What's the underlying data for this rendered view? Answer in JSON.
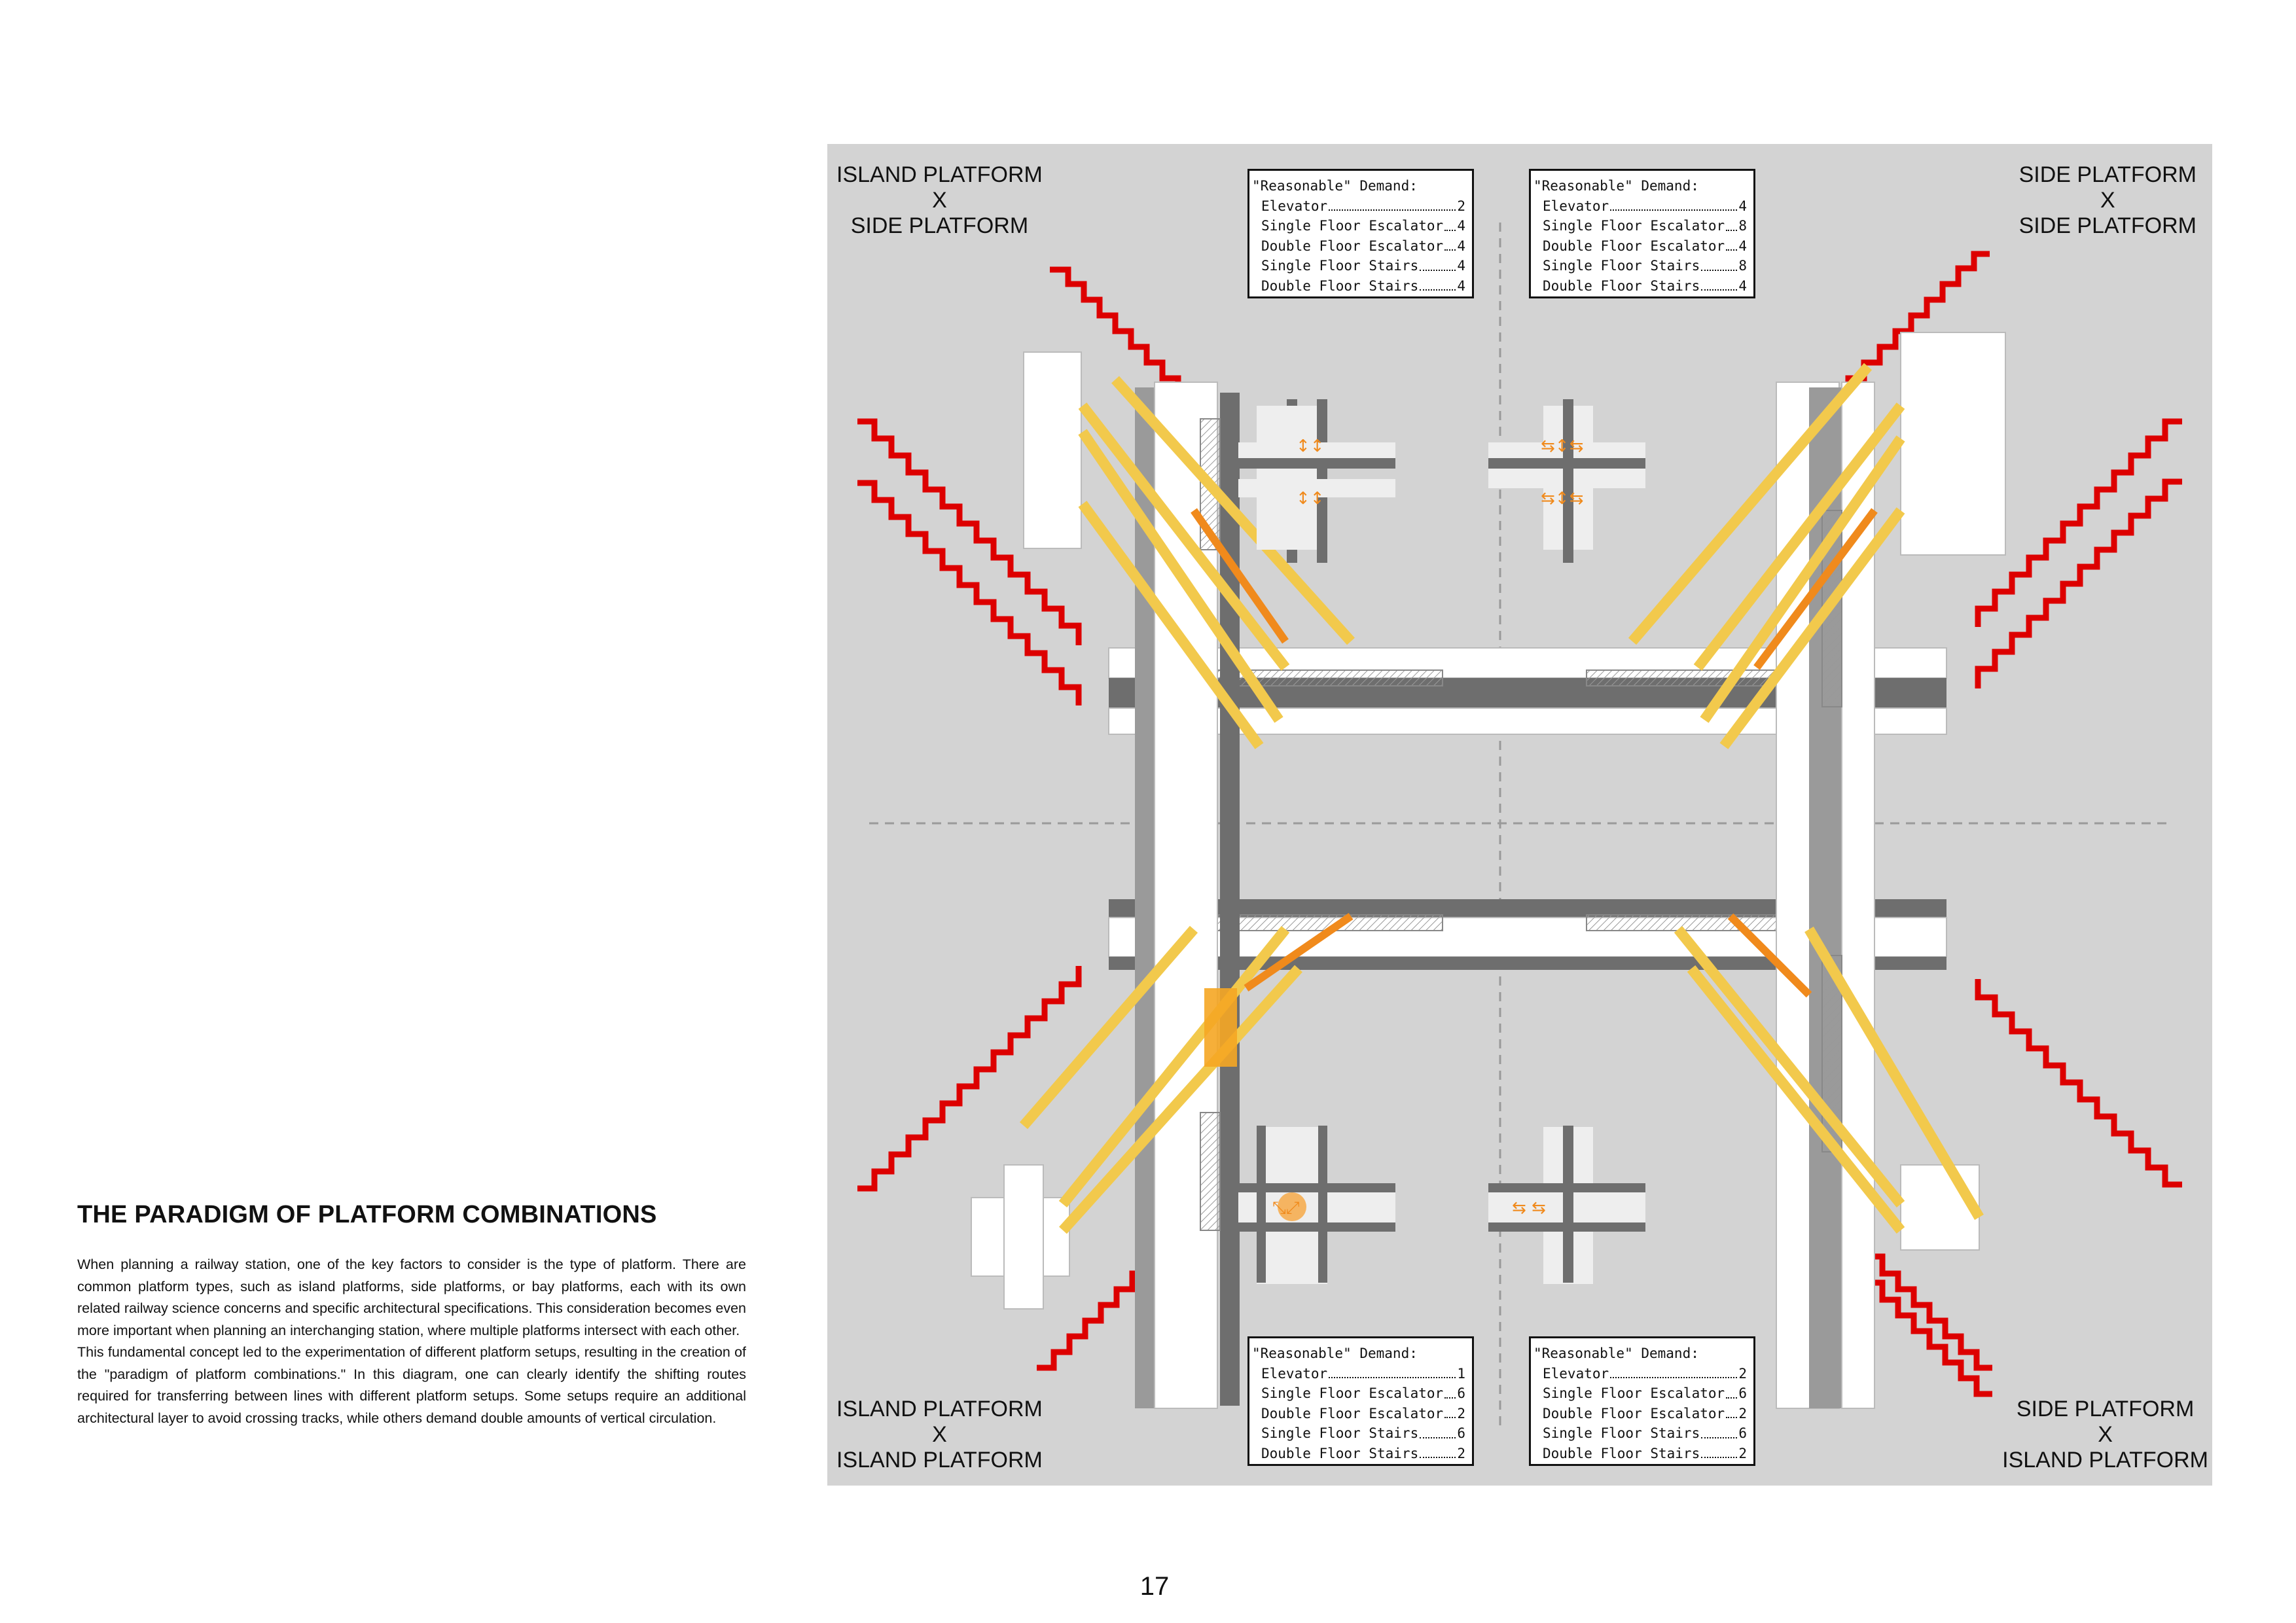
{
  "heading": "THE PARADIGM OF PLATFORM COMBINATIONS",
  "paragraphs": [
    "When planning a railway station, one of the key factors to consider is the type of platform. There are common platform types, such as island platforms, side platforms, or bay platforms, each with its own related railway science concerns and specific architectural specifications. This consideration becomes even more important when planning an interchanging station, where multiple platforms intersect with each other.",
    "This fundamental concept led to the experimentation of different platform setups, resulting in the creation of the \"paradigm of platform combinations.\" In this diagram, one can clearly identify the shifting routes required for transferring between lines with different platform setups. Some setups require an additional architectural layer to avoid crossing tracks, while others demand double amounts of vertical circulation."
  ],
  "page_number": "17",
  "corners": {
    "top_left": {
      "line1": "ISLAND PLATFORM",
      "line2": "X",
      "line3": "SIDE PLATFORM"
    },
    "top_right": {
      "line1": "SIDE PLATFORM",
      "line2": "X",
      "line3": "SIDE PLATFORM"
    },
    "bottom_left": {
      "line1": "ISLAND PLATFORM",
      "line2": "X",
      "line3": "ISLAND PLATFORM"
    },
    "bottom_right": {
      "line1": "SIDE PLATFORM",
      "line2": "X",
      "line3": "ISLAND PLATFORM"
    }
  },
  "demand_tables": {
    "top_left": {
      "heading": "\"Reasonable\" Demand:",
      "rows": [
        {
          "label": "Elevator",
          "value": "2"
        },
        {
          "label": "Single Floor Escalator",
          "value": "4"
        },
        {
          "label": "Double Floor Escalator",
          "value": "4"
        },
        {
          "label": "Single Floor Stairs",
          "value": "4"
        },
        {
          "label": "Double Floor Stairs",
          "value": "4"
        }
      ]
    },
    "top_right": {
      "heading": "\"Reasonable\" Demand:",
      "rows": [
        {
          "label": "Elevator",
          "value": "4"
        },
        {
          "label": "Single Floor Escalator",
          "value": "8"
        },
        {
          "label": "Double Floor Escalator",
          "value": "4"
        },
        {
          "label": "Single Floor Stairs",
          "value": "8"
        },
        {
          "label": "Double Floor Stairs",
          "value": "4"
        }
      ]
    },
    "bottom_left": {
      "heading": "\"Reasonable\" Demand:",
      "rows": [
        {
          "label": "Elevator",
          "value": "1"
        },
        {
          "label": "Single Floor Escalator",
          "value": "6"
        },
        {
          "label": "Double Floor Escalator",
          "value": "2"
        },
        {
          "label": "Single Floor Stairs",
          "value": "6"
        },
        {
          "label": "Double Floor Stairs",
          "value": "2"
        }
      ]
    },
    "bottom_right": {
      "heading": "\"Reasonable\" Demand:",
      "rows": [
        {
          "label": "Elevator",
          "value": "2"
        },
        {
          "label": "Single Floor Escalator",
          "value": "6"
        },
        {
          "label": "Double Floor Escalator",
          "value": "2"
        },
        {
          "label": "Single Floor Stairs",
          "value": "6"
        },
        {
          "label": "Double Floor Stairs",
          "value": "2"
        }
      ]
    }
  },
  "colors": {
    "panel_background": "#d3d3d3",
    "stair_red": "#dd0000",
    "escalator_yellow": "#f2c94c",
    "escalator_orange": "#f08a1c",
    "track_gray": "#6e6e6e",
    "platform_white": "#ffffff"
  }
}
